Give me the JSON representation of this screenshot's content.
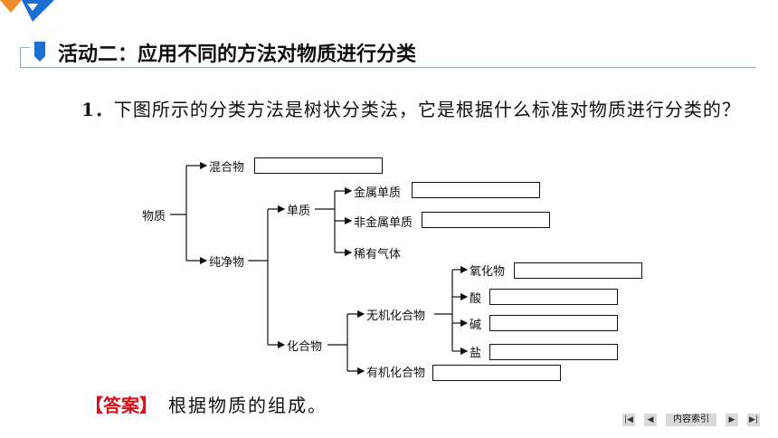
{
  "brand": {
    "accent": "#1a6fd4",
    "orange": "#f28c28"
  },
  "title": "活动二：应用不同的方法对物质进行分类",
  "question": {
    "number": "1．",
    "text": "下图所示的分类方法是树状分类法，它是根据什么标准对物质进行分类的？"
  },
  "tree": {
    "root": "物质",
    "mixture": "混合物",
    "pure": "纯净物",
    "element": "单质",
    "metal": "金属单质",
    "nonmetal": "非金属单质",
    "noble": "稀有气体",
    "compound": "化合物",
    "inorganic": "无机化合物",
    "oxide": "氧化物",
    "acid": "酸",
    "base": "碱",
    "salt": "盐",
    "organic": "有机化合物"
  },
  "answer": {
    "tag": "【答案】",
    "text": "根据物质的组成。"
  },
  "nav": {
    "index_label": "内容索引",
    "first": "|◀",
    "prev": "◀",
    "next": "▶",
    "last": "▶|"
  }
}
